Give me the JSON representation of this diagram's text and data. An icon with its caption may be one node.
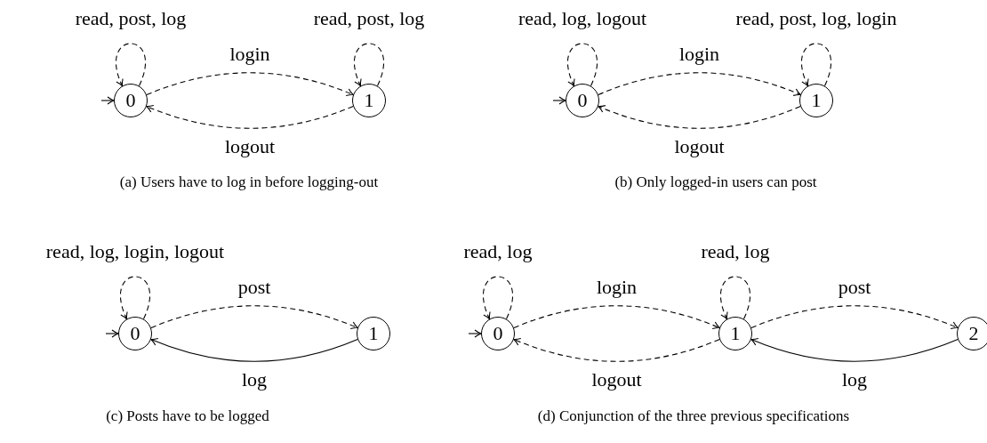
{
  "diagram": {
    "nodes": [
      {
        "text": [
          "0"
        ]
      },
      {
        "text": [
          "1"
        ]
      },
      {
        "text": [
          "0"
        ]
      },
      {
        "text": [
          "1"
        ]
      },
      {
        "text": [
          "0"
        ]
      },
      {
        "text": [
          "1"
        ]
      },
      {
        "text": [
          "0"
        ]
      },
      {
        "text": [
          "1"
        ]
      },
      {
        "text": [
          "2"
        ]
      }
    ],
    "edges": [
      {
        "from": null,
        "to": 0,
        "arrow": "to"
      },
      {
        "from": 0,
        "to": 0,
        "arrow": "to",
        "label": "read, post, log",
        "style": "dashed"
      },
      {
        "from": 1,
        "to": 1,
        "arrow": "to",
        "label": "read, post, log",
        "style": "dashed"
      },
      {
        "from": 0,
        "to": 1,
        "arrow": "to",
        "label": "login",
        "style": "dashed"
      },
      {
        "from": 1,
        "to": 0,
        "arrow": "to",
        "label": "logout",
        "style": "dashed"
      },
      {
        "from": null,
        "to": 2,
        "arrow": "to"
      },
      {
        "from": 2,
        "to": 2,
        "arrow": "to",
        "label": "read, log, logout",
        "style": "dashed"
      },
      {
        "from": 3,
        "to": 3,
        "arrow": "to",
        "label": "read, post, log, login",
        "style": "dashed"
      },
      {
        "from": 2,
        "to": 3,
        "arrow": "to",
        "label": "login",
        "style": "dashed"
      },
      {
        "from": 3,
        "to": 2,
        "arrow": "to",
        "label": "logout",
        "style": "dashed"
      },
      {
        "from": null,
        "to": 4,
        "arrow": "to"
      },
      {
        "from": 4,
        "to": 4,
        "arrow": "to",
        "label": "read, log, login, logout",
        "style": "dashed"
      },
      {
        "from": 4,
        "to": 5,
        "arrow": "to",
        "label": "post",
        "style": "dashed"
      },
      {
        "from": 5,
        "to": 4,
        "arrow": "to",
        "label": "log"
      },
      {
        "from": null,
        "to": 6,
        "arrow": "to"
      },
      {
        "from": 6,
        "to": 6,
        "arrow": "to",
        "label": "read, log",
        "style": "dashed"
      },
      {
        "from": 7,
        "to": 7,
        "arrow": "to",
        "label": "read, log",
        "style": "dashed"
      },
      {
        "from": 6,
        "to": 7,
        "arrow": "to",
        "label": "login",
        "style": "dashed"
      },
      {
        "from": 7,
        "to": 6,
        "arrow": "to",
        "label": "logout",
        "style": "dashed"
      },
      {
        "from": 7,
        "to": 8,
        "arrow": "to",
        "label": "post",
        "style": "dashed"
      },
      {
        "from": 8,
        "to": 7,
        "arrow": "to",
        "label": "log"
      }
    ],
    "labels": [
      "(a) Users have to log in before logging-out",
      "(b) Only logged-in users can post",
      "(c) Posts have to be logged",
      "(d) Conjunction of the three previous specifications"
    ]
  }
}
